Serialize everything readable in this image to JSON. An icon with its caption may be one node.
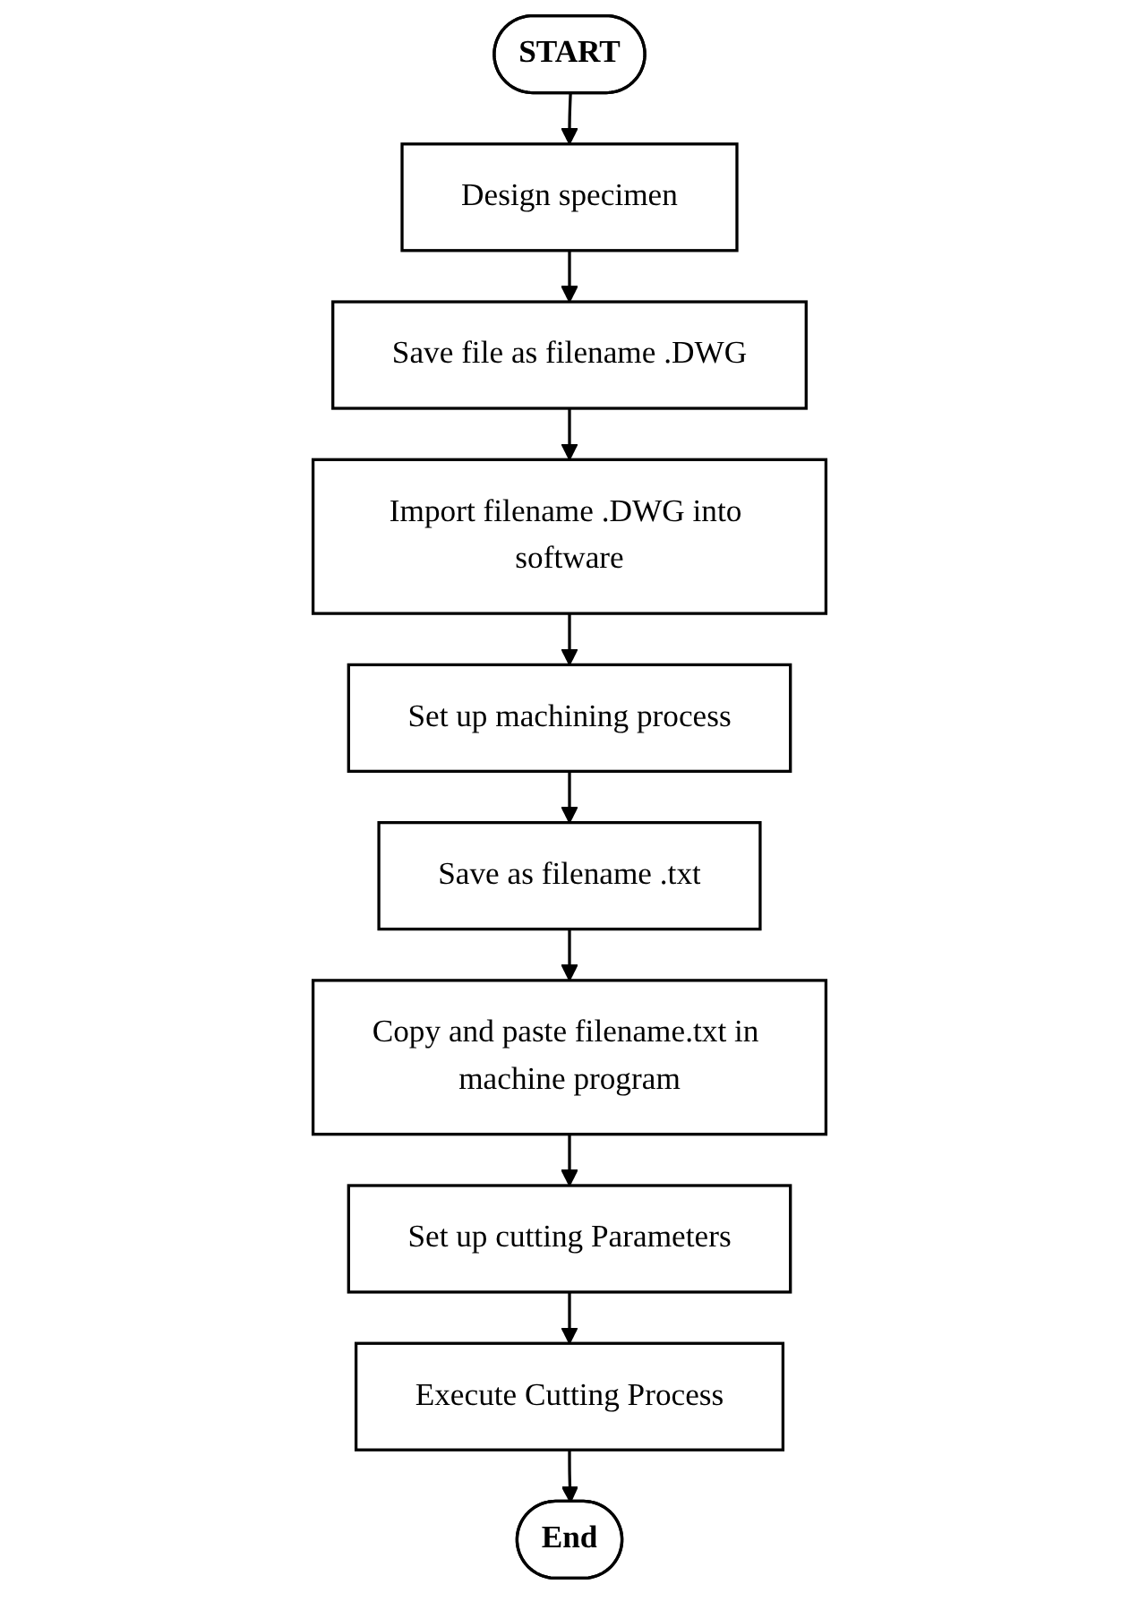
{
  "diagram": {
    "nodes": [
      {
        "text": [
          "START"
        ]
      },
      {
        "text": [
          "Design specimen"
        ]
      },
      {
        "text": [
          "Save file as filename .DWG"
        ]
      },
      {
        "text": [
          "Import filename .DWG into software"
        ]
      },
      {
        "text": [
          "Set up machining process"
        ]
      },
      {
        "text": [
          "Save as filename .txt"
        ]
      },
      {
        "text": [
          "Copy and paste filename.txt in machine program"
        ]
      },
      {
        "text": [
          "Set up cutting Parameters"
        ]
      },
      {
        "text": [
          "Execute Cutting Process"
        ]
      },
      {
        "text": [
          "End"
        ]
      }
    ],
    "edges": [
      {
        "from": 0,
        "to": 1,
        "arrow": "to"
      },
      {
        "from": 1,
        "to": 2,
        "arrow": "to"
      },
      {
        "from": 2,
        "to": 3,
        "arrow": "to"
      },
      {
        "from": 3,
        "to": 4,
        "arrow": "to"
      },
      {
        "from": 4,
        "to": 5,
        "arrow": "to"
      },
      {
        "from": 5,
        "to": 6,
        "arrow": "to"
      },
      {
        "from": 6,
        "to": 7,
        "arrow": "to"
      },
      {
        "from": 7,
        "to": 8,
        "arrow": "to"
      },
      {
        "from": 8,
        "to": 9,
        "arrow": "to"
      }
    ]
  }
}
